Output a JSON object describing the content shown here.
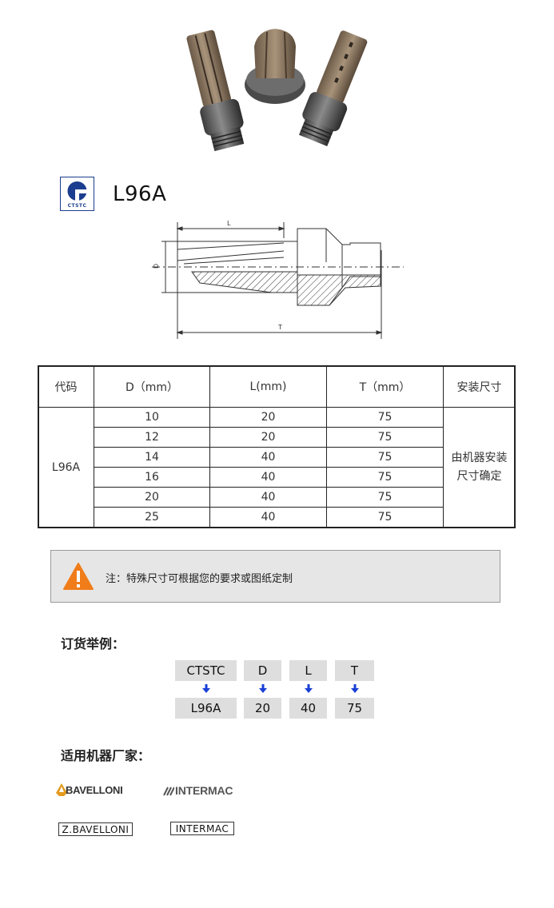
{
  "product": {
    "photo_icon": "diamond-finger-bit-photo",
    "logo_text": "CTSTC",
    "title": "L96A"
  },
  "drawing": {
    "label_L": "L",
    "label_D": "D",
    "label_T": "T"
  },
  "table": {
    "headers": [
      "代码",
      "D（mm）",
      "L(mm)",
      "T（mm）",
      "安装尺寸"
    ],
    "code": "L96A",
    "rows": [
      {
        "D": "10",
        "L": "20",
        "T": "75"
      },
      {
        "D": "12",
        "L": "20",
        "T": "75"
      },
      {
        "D": "14",
        "L": "40",
        "T": "75"
      },
      {
        "D": "16",
        "L": "40",
        "T": "75"
      },
      {
        "D": "20",
        "L": "40",
        "T": "75"
      },
      {
        "D": "25",
        "L": "40",
        "T": "75"
      }
    ],
    "install_note_line1": "由机器安装",
    "install_note_line2": "尺寸确定"
  },
  "note": {
    "icon": "warning-icon",
    "text": "注：特殊尺寸可根据您的要求或图纸定制"
  },
  "order": {
    "heading": "订货举例：",
    "top": [
      "CTSTC",
      "D",
      "L",
      "T"
    ],
    "bottom": [
      "L96A",
      "20",
      "40",
      "75"
    ]
  },
  "brands": {
    "heading": "适用机器厂家：",
    "logo1": "BAVELLONI",
    "logo2": "INTERMAC",
    "label1": "Z.BAVELLONI",
    "label2": "INTERMAC"
  },
  "colors": {
    "accent_blue": "#1b3d8f",
    "arrow_blue": "#1a3fd6",
    "warning_orange": "#f07d1a",
    "note_bg": "#e6e6e6",
    "order_box_bg": "#dedede"
  }
}
